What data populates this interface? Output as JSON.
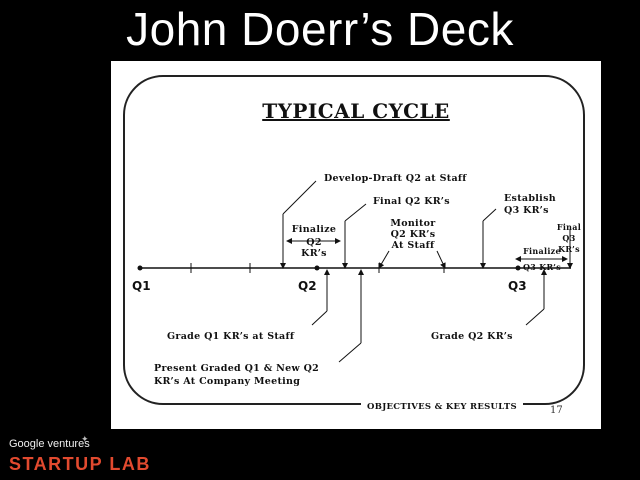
{
  "page": {
    "title": "John Doerr’s Deck"
  },
  "slide": {
    "heading": "TYPICAL CYCLE",
    "labels": {
      "develop_draft": "Develop-Draft Q2 at Staff",
      "final_q2": "Final Q2 KR’s",
      "establish_1": "Establish",
      "establish_2": "Q3 KR’s",
      "finalize_q2_1": "Finalize",
      "finalize_q2_2": "Q2",
      "finalize_q2_3": "KR’s",
      "monitor_1": "Monitor",
      "monitor_2": "Q2 KR’s",
      "monitor_3": "At Staff",
      "final_q3_1": "Final",
      "final_q3_2": "Q3 KR’s",
      "finalize_q3_1": "Finalize",
      "finalize_q3_2": "Q3 KR’s",
      "grade_q1": "Grade Q1 KR’s at Staff",
      "grade_q2": "Grade Q2 KR’s",
      "present_1": "Present Graded Q1 & New Q2",
      "present_2": "KR’s At Company Meeting"
    },
    "quarters": {
      "q1": "Q1",
      "q2": "Q2",
      "q3": "Q3"
    },
    "footer": "OBJECTIVES & KEY RESULTS",
    "page_number": "17"
  },
  "branding": {
    "google_ventures": "Google ventures",
    "startup_lab": "STARTUP LAB",
    "accent_color": "#e24a2f"
  }
}
